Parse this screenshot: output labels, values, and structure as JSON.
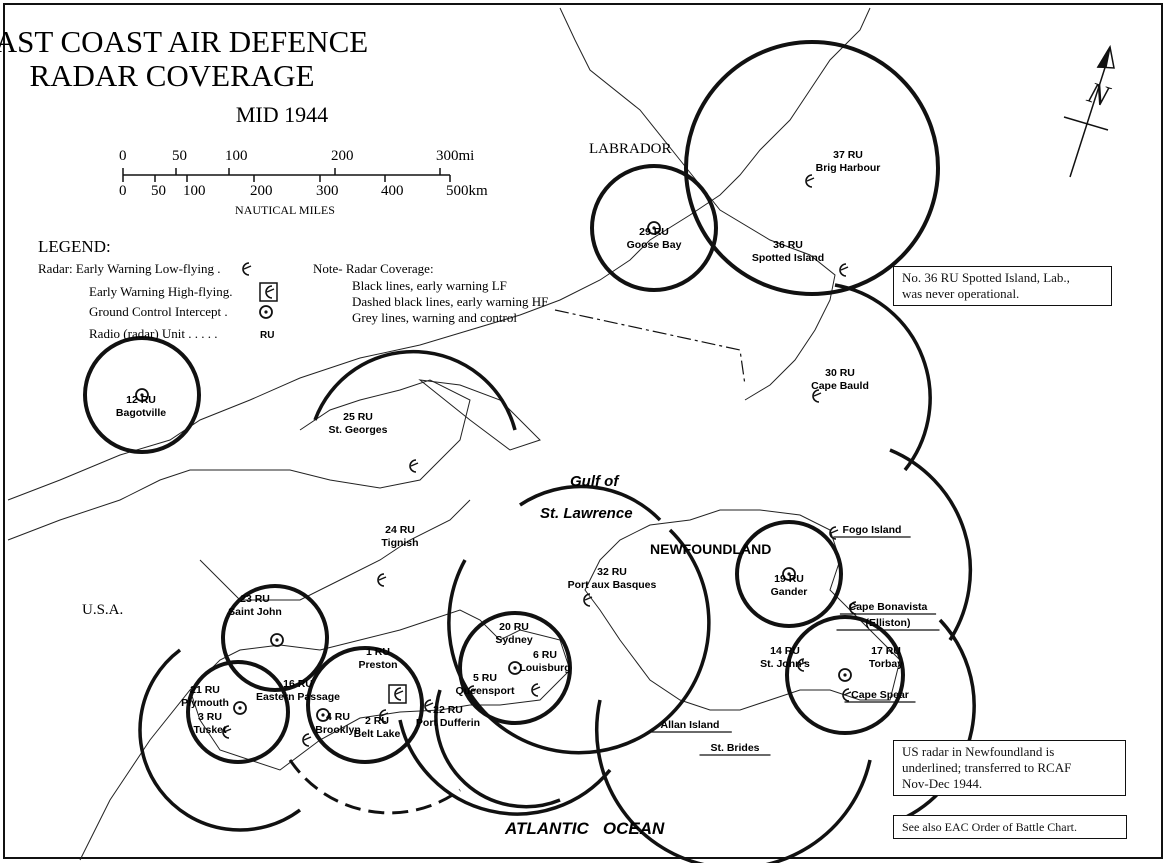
{
  "title": {
    "line1": "EAST COAST AIR DEFENCE",
    "line2": "RADAR COVERAGE",
    "line3": "MID 1944"
  },
  "scale": {
    "miles": [
      "0",
      "50",
      "100",
      "200",
      "300mi"
    ],
    "km": [
      "0",
      "50",
      "100",
      "200",
      "300",
      "400",
      "500km"
    ],
    "caption": "NAUTICAL MILES"
  },
  "legend": {
    "heading": "LEGEND:",
    "items": [
      {
        "label": "Radar: Early Warning Low-flying .",
        "icon": "ew-low-icon"
      },
      {
        "label": "Early Warning High-flying.",
        "icon": "ew-high-icon"
      },
      {
        "label": "Ground Control Intercept .",
        "icon": "gci-icon"
      },
      {
        "label": "Radio (radar) Unit . . . . .",
        "icon": "RU"
      }
    ],
    "note": [
      "Note- Radar Coverage:",
      "Black lines, early warning LF",
      "Dashed black lines, early warning HF",
      "Grey lines, warning and control"
    ]
  },
  "regions": {
    "labrador": "LABRADOR",
    "gulf1": "Gulf of",
    "gulf2": "St. Lawrence",
    "newfoundland": "NEWFOUNDLAND",
    "usa": "U.S.A.",
    "ocean": "ATLANTIC   OCEAN"
  },
  "stations": [
    {
      "unit": "37 RU",
      "name": "Brig Harbour",
      "symbol": "ew-low"
    },
    {
      "unit": "29 RU",
      "name": "Goose Bay",
      "symbol": "gci"
    },
    {
      "unit": "36 RU",
      "name": "Spotted Island",
      "symbol": "ew-low"
    },
    {
      "unit": "30 RU",
      "name": "Cape Bauld",
      "symbol": "ew-low"
    },
    {
      "unit": "12 RU",
      "name": "Bagotville",
      "symbol": "gci"
    },
    {
      "unit": "25 RU",
      "name": "St. Georges",
      "symbol": "ew-low"
    },
    {
      "unit": "24 RU",
      "name": "Tignish",
      "symbol": "ew-low"
    },
    {
      "unit": "32 RU",
      "name": "Port aux Basques",
      "symbol": "ew-low"
    },
    {
      "unit": "",
      "name": "Fogo Island",
      "symbol": "ew-low",
      "us": true
    },
    {
      "unit": "19 RU",
      "name": "Gander",
      "symbol": "gci"
    },
    {
      "unit": "",
      "name": "Cape Bonavista",
      "name2": "(Elliston)",
      "symbol": "ew-low",
      "us": true
    },
    {
      "unit": "17 RU",
      "name": "Torbay",
      "symbol": "gci"
    },
    {
      "unit": "",
      "name": "Cape Spear",
      "symbol": "ew-low",
      "us": true
    },
    {
      "unit": "14 RU",
      "name": "St. John's",
      "symbol": "ew-low"
    },
    {
      "unit": "",
      "name": "Allan Island",
      "symbol": "none",
      "us": true
    },
    {
      "unit": "",
      "name": "St. Brides",
      "symbol": "none",
      "us": true
    },
    {
      "unit": "23 RU",
      "name": "Saint John",
      "symbol": "gci"
    },
    {
      "unit": "20 RU",
      "name": "Sydney",
      "symbol": "gci"
    },
    {
      "unit": "6 RU",
      "name": "Louisburg",
      "symbol": "ew-low"
    },
    {
      "unit": "5 RU",
      "name": "Queensport",
      "symbol": "ew-low"
    },
    {
      "unit": "1 RU",
      "name": "Preston",
      "symbol": "ew-high"
    },
    {
      "unit": "21 RU",
      "name": "Plymouth",
      "symbol": "gci"
    },
    {
      "unit": "3 RU",
      "name": "Tusket",
      "symbol": "ew-low"
    },
    {
      "unit": "16 RU",
      "name": "Eastern Passage",
      "symbol": "gci"
    },
    {
      "unit": "4 RU",
      "name": "Brooklyn",
      "symbol": "ew-low"
    },
    {
      "unit": "2 RU",
      "name": "Belt Lake",
      "symbol": "ew-low"
    },
    {
      "unit": "22 RU",
      "name": "Port Dufferin",
      "symbol": "ew-low"
    }
  ],
  "notes": {
    "spotted": [
      "No. 36 RU Spotted Island, Lab.,",
      "was never operational."
    ],
    "us_radar": [
      "US radar in Newfoundland is",
      "underlined; transferred to RCAF",
      "Nov-Dec 1944."
    ],
    "see_also": "See also EAC Order of Battle Chart."
  },
  "compass": "N"
}
